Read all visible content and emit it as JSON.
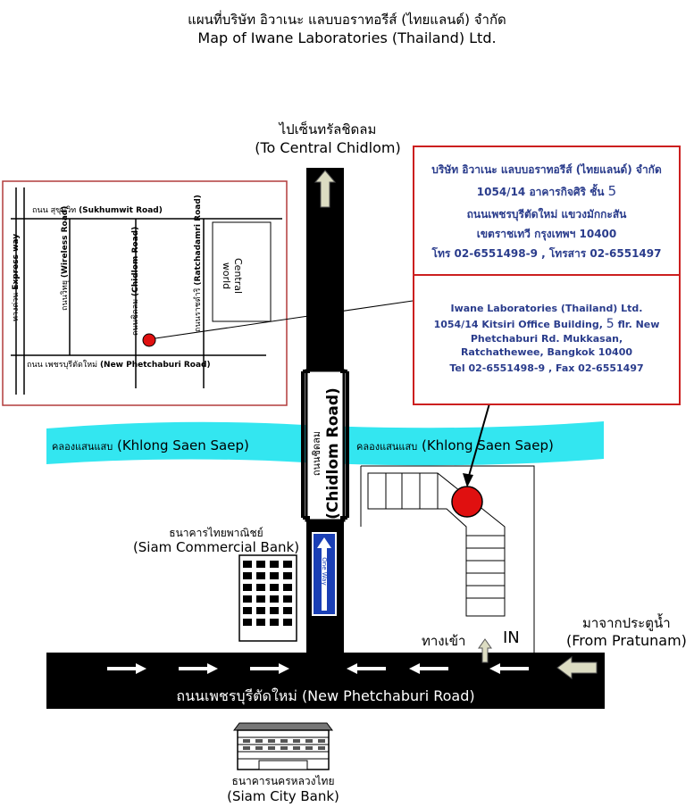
{
  "header": {
    "title_th": "แผนที่บริษัท อิวาเนะ แลบบอราทอรีส์ (ไทยแลนด์) จำกัด",
    "title_en": "Map of Iwane Laboratories (Thailand) Ltd."
  },
  "north": {
    "th": "ไปเซ็นทรัลชิดลม",
    "en": "(To Central Chidlom)"
  },
  "inset": {
    "sukhumvit_th": "ถนน สุขุมวิท",
    "sukhumvit_en": "(Sukhumwit Road)",
    "expressway_th": "ทางด่วน",
    "expressway_en": "Express way",
    "wireless_th": "ถนนวิทยุ",
    "wireless_en": "(Wireless Road)",
    "chidlom_th": "ถนนชิดลม",
    "chidlom_en": "(Chidlom Road)",
    "ratchadamri_th": "ถนนราชดำริ",
    "ratchadamri_en": "(Ratchadamri Road)",
    "central_world": "Central world",
    "newphet_th": "ถนน เพชรบุรีตัดใหม่",
    "newphet_en": "(New Phetchaburi Road)"
  },
  "address_th": {
    "line1": "บริษัท อิวาเนะ แลบบอราทอรีส์ (ไทยแลนด์) จำกัด",
    "line2": "1054/14 อาคารกิจศิริ ชั้น",
    "floor": "5",
    "line3": "ถนนเพชรบุรีตัดใหม่ แขวงมักกะสัน",
    "line4": "เขตราชเทวี กรุงเทพฯ 10400",
    "line5": "โทร 02-6551498-9 , โทรสาร 02-6551497"
  },
  "address_en": {
    "line1": "Iwane Laboratories (Thailand) Ltd.",
    "line2a": "1054/14 Kitsiri Office Building,",
    "floor": "5",
    "line2b": "flr. New",
    "line3": "Phetchaburi Rd. Mukkasan,",
    "line4": "Ratchathewee, Bangkok 10400",
    "line5": "Tel 02-6551498-9 , Fax 02-6551497"
  },
  "canal": {
    "left_th": "คลองแสนแสบ",
    "left_en": "(Khlong Saen Saep)",
    "right_th": "คลองแสนแสบ",
    "right_en": "(Khlong Saen Saep)"
  },
  "chidlom_road": {
    "th": "ถนนชิดลม",
    "en": "(Chidlom Road)"
  },
  "one_way": "One Way",
  "scb": {
    "th": "ธนาคารไทยพาณิชย์",
    "en": "(Siam Commercial Bank)"
  },
  "entrance": {
    "th": "ทางเข้า",
    "en": "IN"
  },
  "pratunam": {
    "th": "มาจากประตูน้ำ",
    "en": "(From Pratunam)"
  },
  "main_road": {
    "th": "ถนนเพชรบุรีตัดใหม่",
    "en": "(New Phetchaburi Road)"
  },
  "scib": {
    "th": "ธนาคารนครหลวงไทย",
    "en": "(Siam City Bank)"
  },
  "colors": {
    "road": "#000000",
    "canal": "#33e6f0",
    "frame_red": "#cc1f1f",
    "marker_red": "#e01010",
    "address_blue": "#2a3c8c",
    "oneway_blue": "#1a3fb5",
    "arrow": "#ffffff",
    "arrow_beige": "#dcdcc2"
  }
}
